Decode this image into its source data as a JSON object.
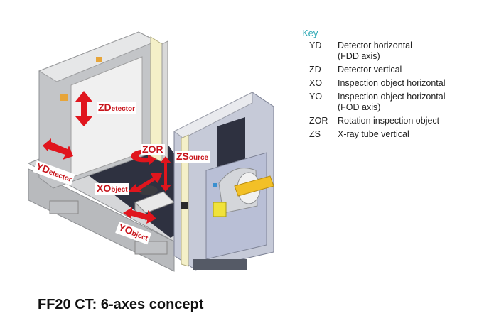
{
  "caption": "FF20 CT: 6-axes concept",
  "key": {
    "title": "Key",
    "items": [
      {
        "code": "YD",
        "description": "Detector horizontal\n(FDD axis)"
      },
      {
        "code": "ZD",
        "description": "Detector vertical"
      },
      {
        "code": "XO",
        "description": "Inspection object horizontal"
      },
      {
        "code": "YO",
        "description": "Inspection object horizontal\n(FOD axis)"
      },
      {
        "code": "ZOR",
        "description": "Rotation inspection object"
      },
      {
        "code": "ZS",
        "description": "X-ray tube vertical"
      }
    ]
  },
  "diagram_labels": {
    "zdetector": {
      "main": "ZD",
      "sub": "etector"
    },
    "ydetector": {
      "main": "YD",
      "sub": "etector"
    },
    "zor": {
      "main": "ZOR",
      "sub": ""
    },
    "zsource": {
      "main": "ZS",
      "sub": "ource"
    },
    "xobject": {
      "main": "XO",
      "sub": "bject"
    },
    "yobject": {
      "main": "YO",
      "sub": "bject"
    }
  },
  "colors": {
    "arrow": "#e0151d",
    "key_title": "#2aa7b4",
    "frame_gray": "#c9cacc",
    "floor_dark": "#2e3140",
    "tube_gray": "#d4d6da",
    "accent_yellow": "#f2c027",
    "panel_cream": "#f4f0c8",
    "blue_gray": "#b9bfd6"
  }
}
